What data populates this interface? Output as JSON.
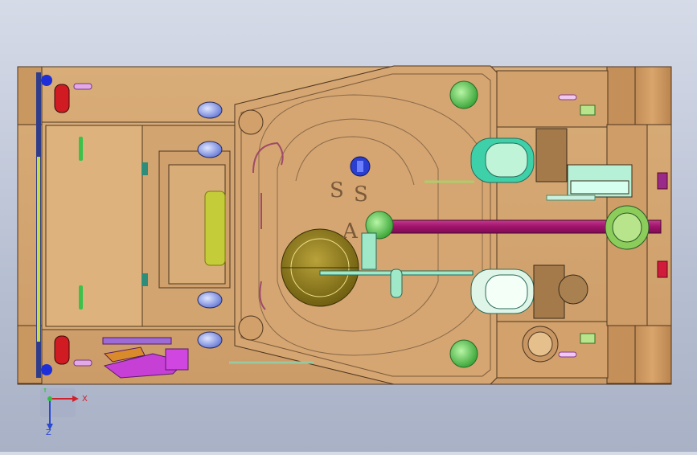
{
  "app": {
    "view": "cad-model-viewport",
    "model": "tank-top-view"
  },
  "hull_text": {
    "mark_1": "S",
    "mark_2": "S",
    "mark_3": "A"
  },
  "triad": {
    "x_label": "X",
    "y_label": "Y",
    "z_label": "Z"
  },
  "colors": {
    "hull": "#d3a36f",
    "hull_dark": "#b98a58",
    "hull_edge": "#5a3f25",
    "track": "#c9955f",
    "gun": "#a8176e",
    "hatch": "#8c7a18",
    "green_part": "#6fd46a",
    "blue_part": "#2a3fd0",
    "red_part": "#d8202a",
    "cyan_part": "#7fe0b0",
    "magenta_part": "#b033c8"
  }
}
